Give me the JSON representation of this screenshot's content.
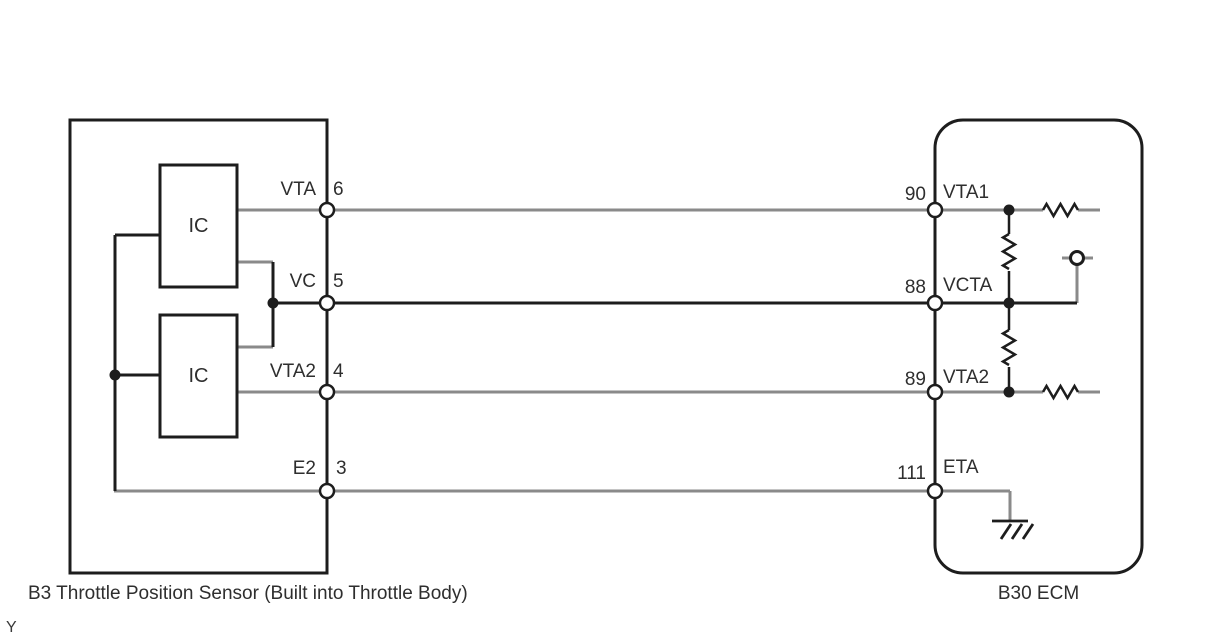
{
  "sensor": {
    "caption": "B3 Throttle Position Sensor (Built into Throttle Body)",
    "ic_top": "IC",
    "ic_bottom": "IC",
    "pins": [
      {
        "name": "VTA",
        "number": "6"
      },
      {
        "name": "VC",
        "number": "5"
      },
      {
        "name": "VTA2",
        "number": "4"
      },
      {
        "name": "E2",
        "number": "3"
      }
    ]
  },
  "ecm": {
    "caption": "B30 ECM",
    "pins": [
      {
        "number": "90",
        "name": "VTA1"
      },
      {
        "number": "88",
        "name": "VCTA"
      },
      {
        "number": "89",
        "name": "VTA2"
      },
      {
        "number": "111",
        "name": "ETA"
      }
    ]
  },
  "page_marker": "Y",
  "symbols": [
    "resistor",
    "junction-dot",
    "terminal-circle",
    "test-point",
    "ground"
  ],
  "colors": {
    "wire_gray": "#8a8a8a",
    "line_black": "#1d1d1d",
    "text": "#2e2e2e"
  }
}
